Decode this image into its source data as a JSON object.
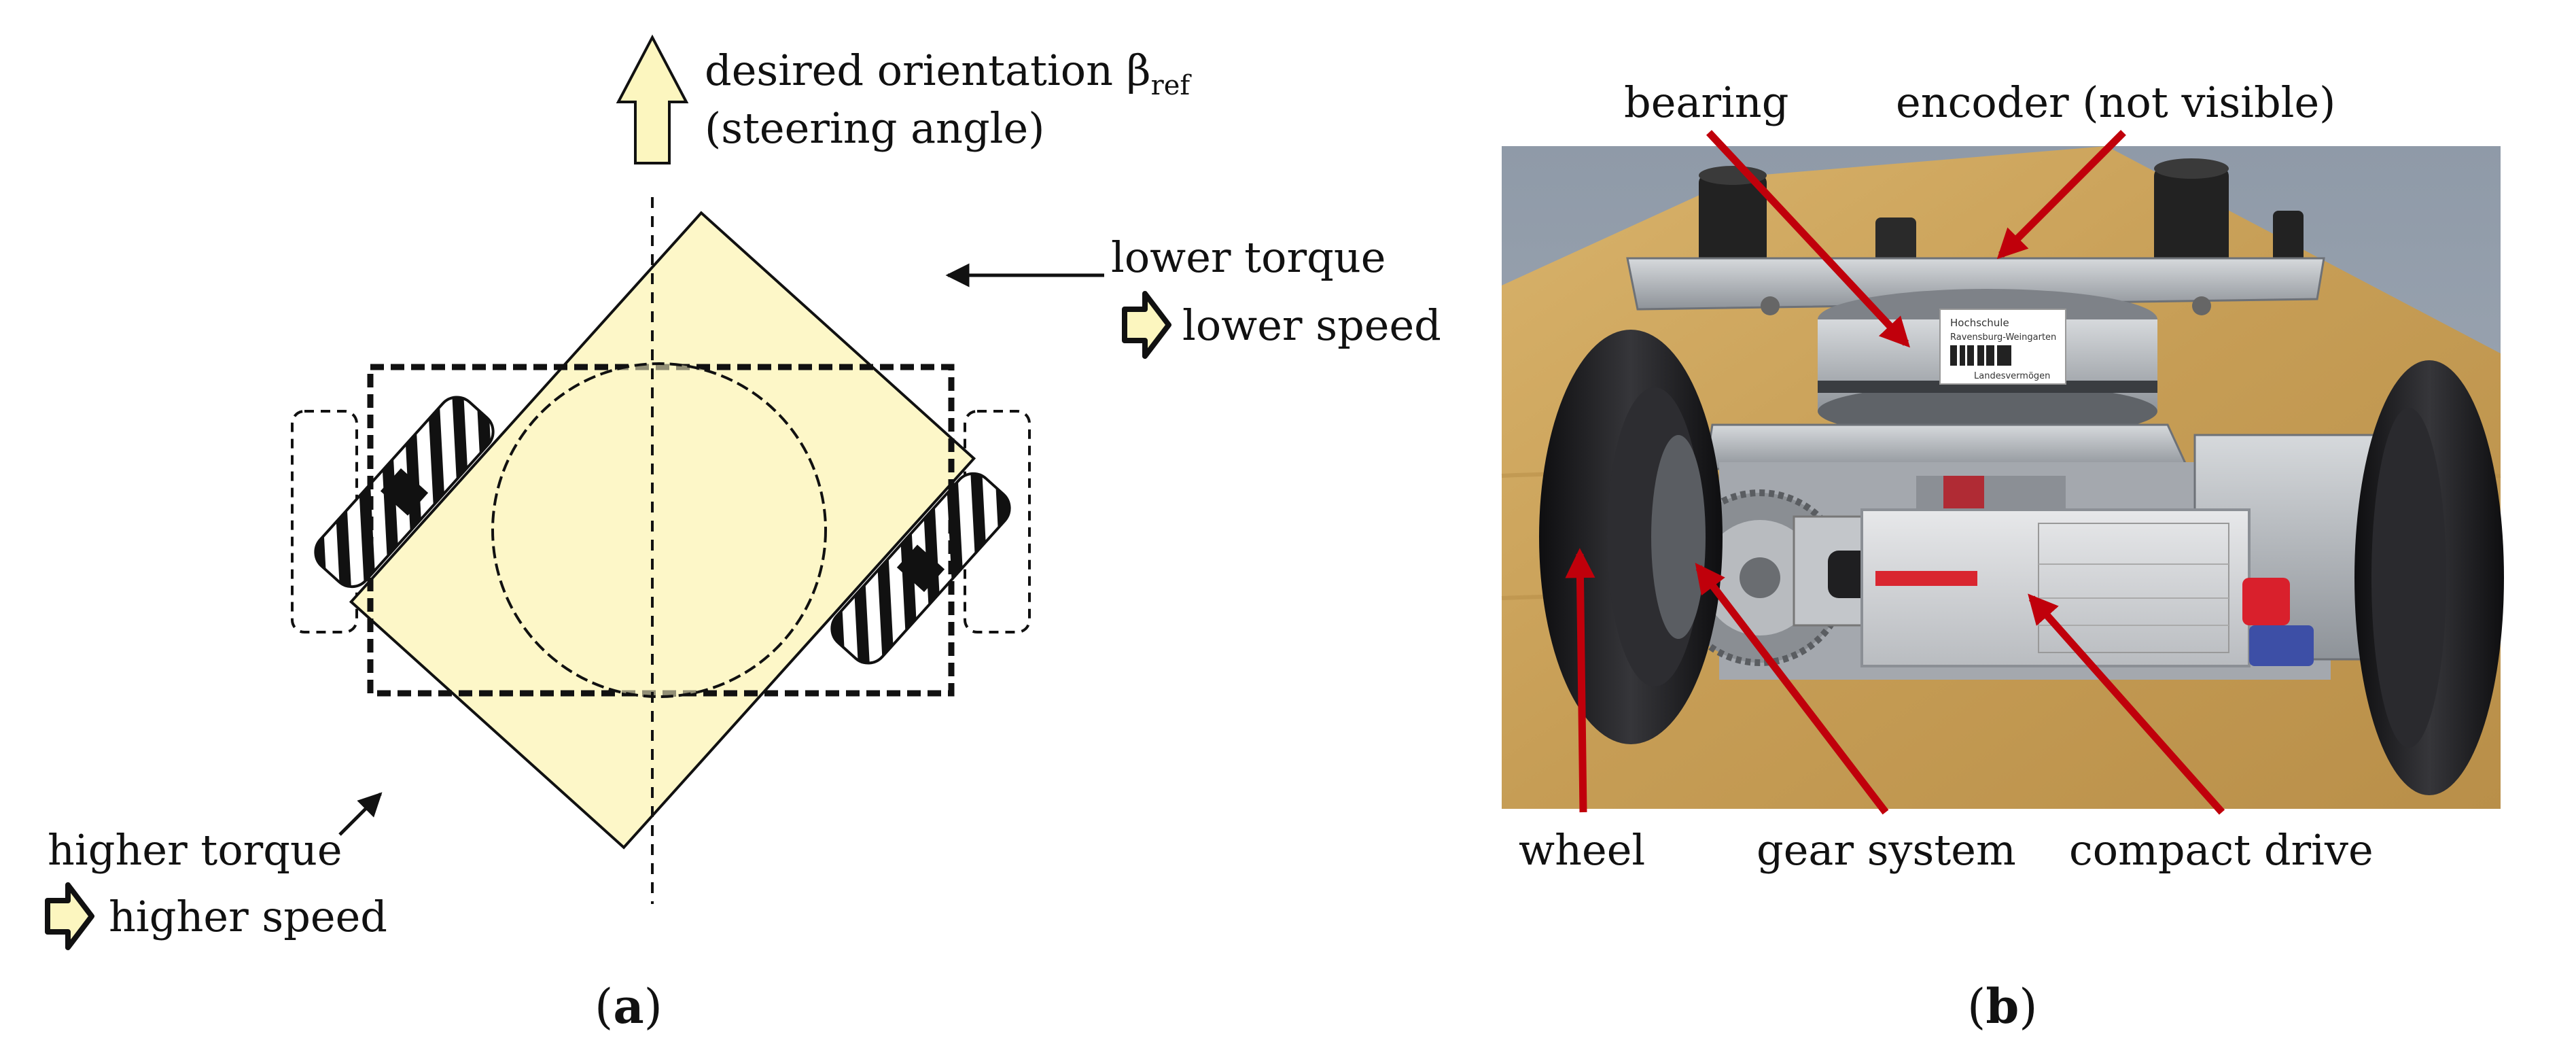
{
  "panel_a": {
    "caption_open": "(",
    "caption_letter": "a",
    "caption_close": ")",
    "orientation_label": "desired orientation β",
    "orientation_sub": "ref",
    "orientation_label_2": "(steering angle)",
    "lower_torque": "lower torque",
    "lower_speed": "lower speed",
    "higher_torque": "higher torque",
    "higher_speed": "higher speed"
  },
  "panel_b": {
    "caption_open": "(",
    "caption_letter": "b",
    "caption_close": ")",
    "bearing": "bearing",
    "encoder": "encoder (not visible)",
    "wheel": "wheel",
    "gear_system": "gear system",
    "compact_drive": "compact drive",
    "plate_label_1": "Hochschule",
    "plate_label_2": "Ravensburg-Weingarten",
    "plate_label_3": "Landesvermögen"
  },
  "colors": {
    "body_fill": "#fdf7c8",
    "arrow_fill": "#fcf6bf",
    "arrow_red": "#c0000b",
    "wood": "#c9a25a",
    "metal": "#a9adb3",
    "rubber": "#1d1d1f"
  }
}
